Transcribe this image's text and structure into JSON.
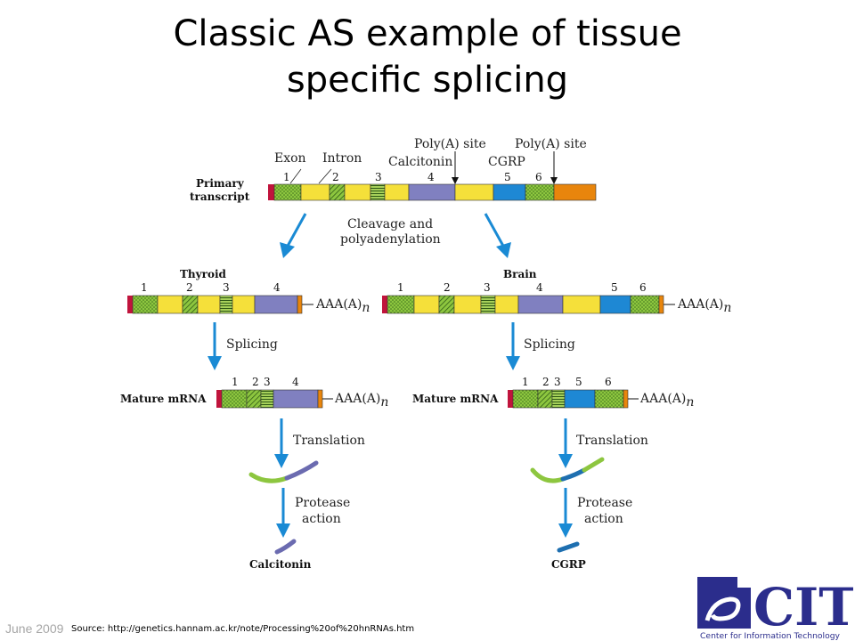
{
  "slide": {
    "title_line1": "Classic AS example of tissue",
    "title_line2": "specific splicing",
    "date": "June 2009",
    "source": "Source: http://genetics.hannam.ac.kr/note/Processing%20of%20hnRNAs.htm"
  },
  "diagram": {
    "exon_label": "Exon",
    "intron_label": "Intron",
    "polya_site_1": "Poly(A) site",
    "polya_site_2": "Poly(A) site",
    "calcitonin_label": "Calcitonin",
    "cgrp_label": "CGRP",
    "primary_transcript_1": "Primary",
    "primary_transcript_2": "transcript",
    "cleavage_1": "Cleavage and",
    "cleavage_2": "polyadenylation",
    "thyroid": "Thyroid",
    "brain": "Brain",
    "polya_tail": "AAA(A)",
    "polya_n": "n",
    "splicing": "Splicing",
    "mature_mrna": "Mature mRNA",
    "translation": "Translation",
    "protease_1": "Protease",
    "protease_2": "action",
    "calcitonin_product": "Calcitonin",
    "cgrp_product": "CGRP",
    "exon_numbers": [
      "1",
      "2",
      "3",
      "4",
      "5",
      "6"
    ]
  },
  "logo": {
    "text": "CIT",
    "subtitle": "Center for Information Technology"
  },
  "colors": {
    "exon1": "#8dc63f",
    "exon2": "#5a8a2a",
    "exon3": "#a6d05a",
    "exon4": "#8080c0",
    "exon5": "#1e88d4",
    "exon6": "#8dc63f",
    "intron": "#f5e03a",
    "tail": "#e8850c",
    "cap": "#c0143c",
    "arrow": "#1a8ad4",
    "logo_blue": "#2b2d8c"
  }
}
